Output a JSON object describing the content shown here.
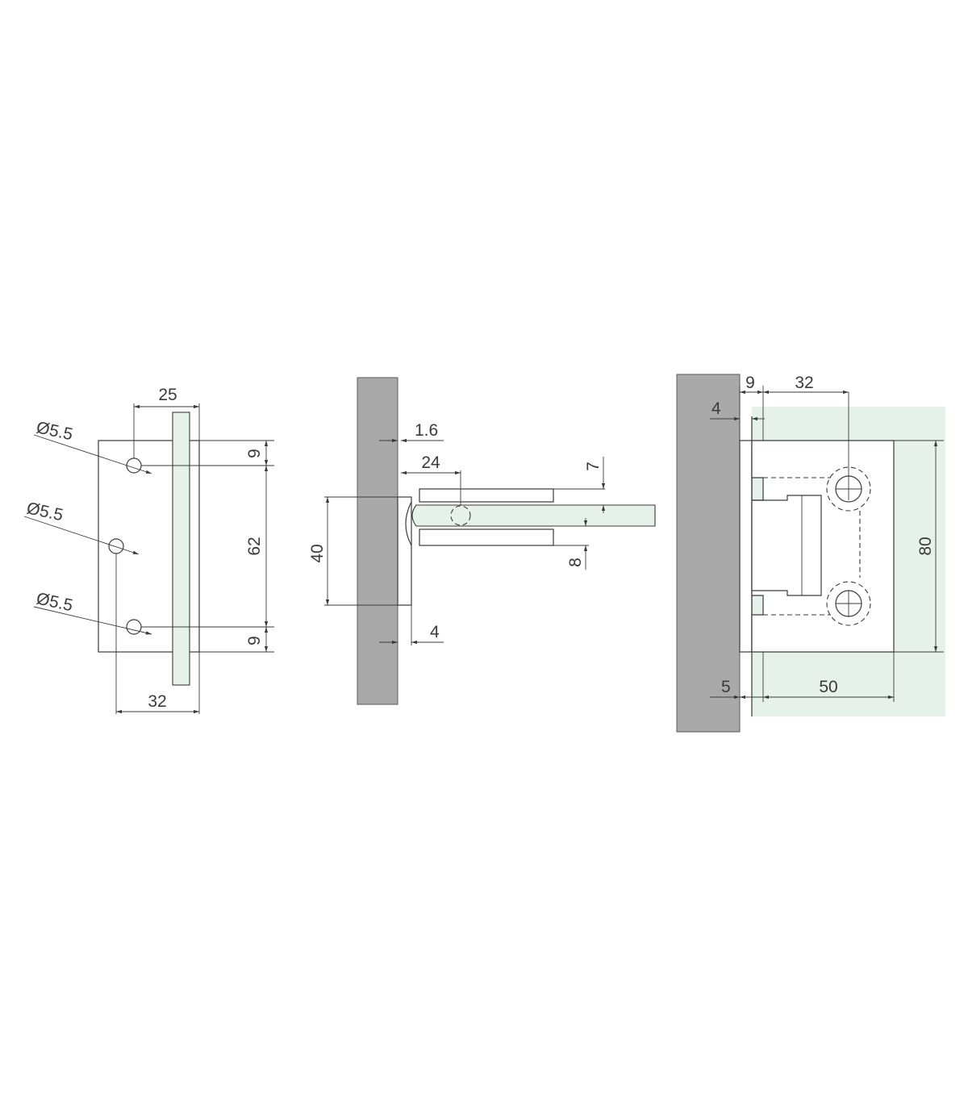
{
  "views": {
    "front": {
      "dims": {
        "width_top": "25",
        "width_bottom": "32",
        "height": "62",
        "offset_top": "9",
        "offset_bottom": "9",
        "hole_1": "Ø5.5",
        "hole_2": "Ø5.5",
        "hole_3": "Ø5.5"
      }
    },
    "side": {
      "dims": {
        "gap": "1.6",
        "depth": "24",
        "height": "40",
        "base": "4",
        "top": "7",
        "bottom": "8"
      }
    },
    "top": {
      "dims": {
        "wall_gap": "9",
        "hole_spacing": "32",
        "plate": "4",
        "height": "80",
        "offset": "5",
        "length": "50"
      }
    }
  },
  "colors": {
    "wall": "#a9a9a9",
    "glass": "#e6f1ea",
    "line": "#3a3a3a"
  }
}
